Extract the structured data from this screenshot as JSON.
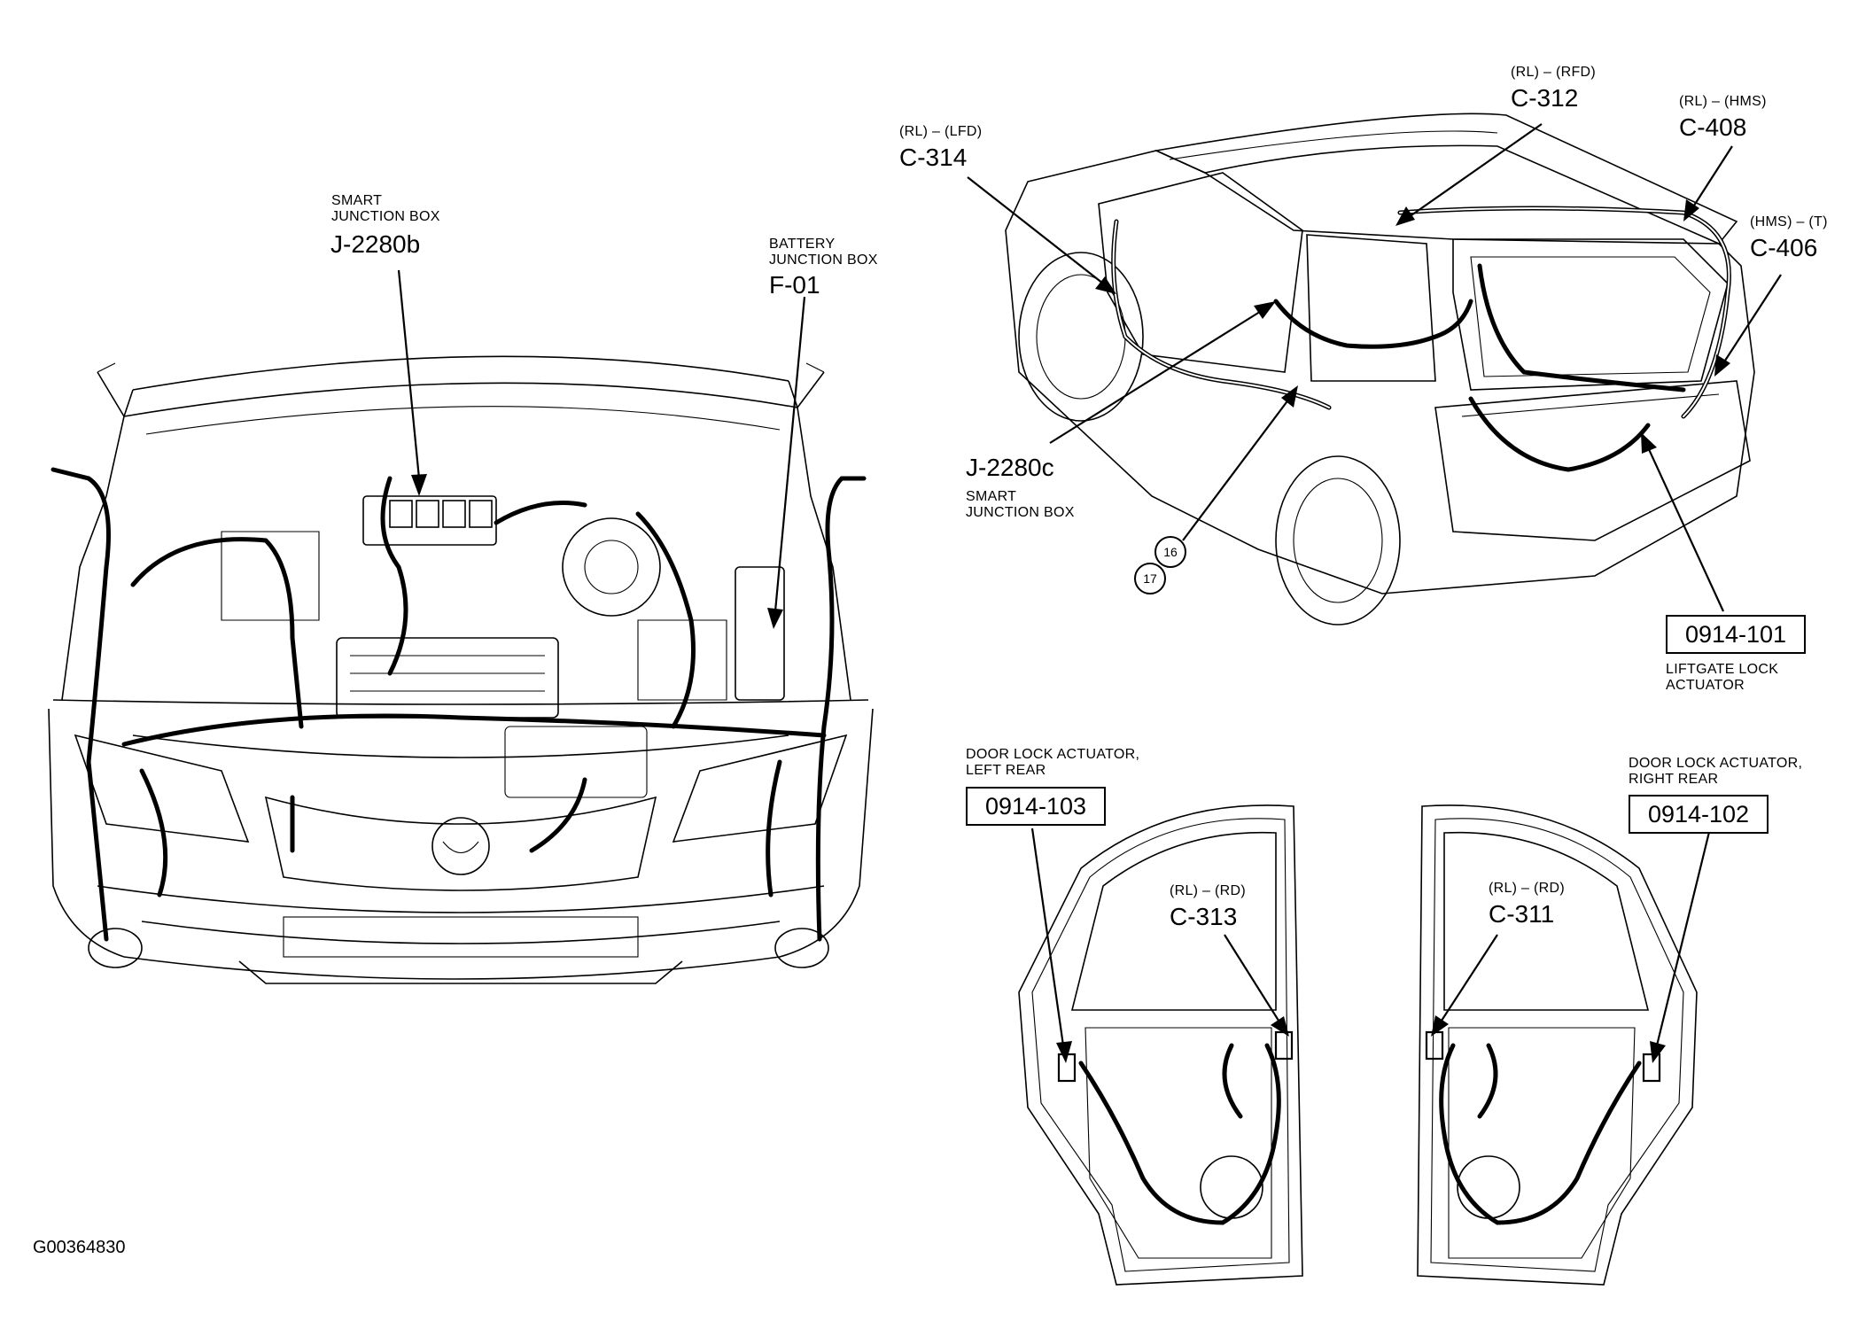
{
  "figure_id": "G00364830",
  "labels": {
    "smart_jb_b": {
      "desc": "SMART\nJUNCTION BOX",
      "code": "J-2280b"
    },
    "battery_jb": {
      "desc": "BATTERY\nJUNCTION BOX",
      "code": "F-01"
    },
    "c314": {
      "loc": "(RL) – (LFD)",
      "code": "C-314"
    },
    "c312": {
      "loc": "(RL) – (RFD)",
      "code": "C-312"
    },
    "c408": {
      "loc": "(RL) – (HMS)",
      "code": "C-408"
    },
    "c406": {
      "loc": "(HMS) – (T)",
      "code": "C-406"
    },
    "smart_jb_c": {
      "code": "J-2280c",
      "desc": "SMART\nJUNCTION BOX"
    },
    "callout_16": "16",
    "callout_17": "17",
    "liftgate": {
      "code": "0914-101",
      "desc": "LIFTGATE LOCK\nACTUATOR"
    },
    "door_lr": {
      "desc": "DOOR LOCK ACTUATOR,\nLEFT REAR",
      "code": "0914-103"
    },
    "door_rr": {
      "desc": "DOOR LOCK ACTUATOR,\nRIGHT REAR",
      "code": "0914-102"
    },
    "c313": {
      "loc": "(RL) – (RD)",
      "code": "C-313"
    },
    "c311": {
      "loc": "(RL) – (RD)",
      "code": "C-311"
    }
  }
}
